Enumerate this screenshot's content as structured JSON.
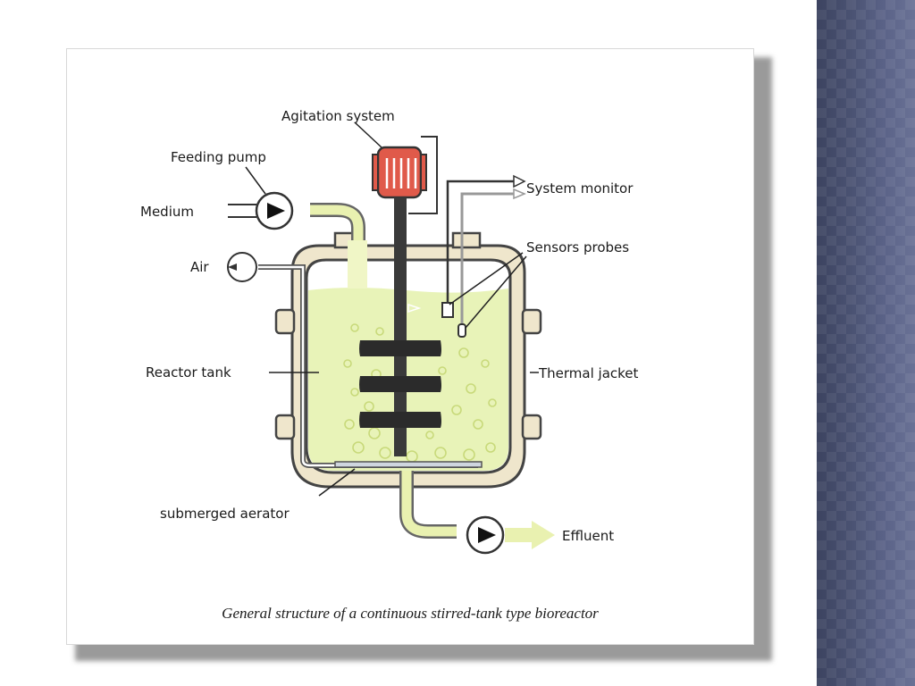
{
  "labels": {
    "agitation_system": "Agitation system",
    "feeding_pump": "Feeding pump",
    "medium": "Medium",
    "air": "Air",
    "system_monitor": "System monitor",
    "sensors_probes": "Sensors probes",
    "reactor_tank": "Reactor tank",
    "thermal_jacket": "Thermal jacket",
    "submerged_aerator": "submerged aerator",
    "effluent": "Effluent"
  },
  "caption": "General structure of a continuous stirred-tank type bioreactor",
  "colors": {
    "liquid": "#e8f3b8",
    "pipe": "#e9f1b0",
    "jacket": "#efe6cc",
    "motor": "#e05a4a",
    "shaft": "#333333",
    "side_panel": "#4a5272"
  }
}
